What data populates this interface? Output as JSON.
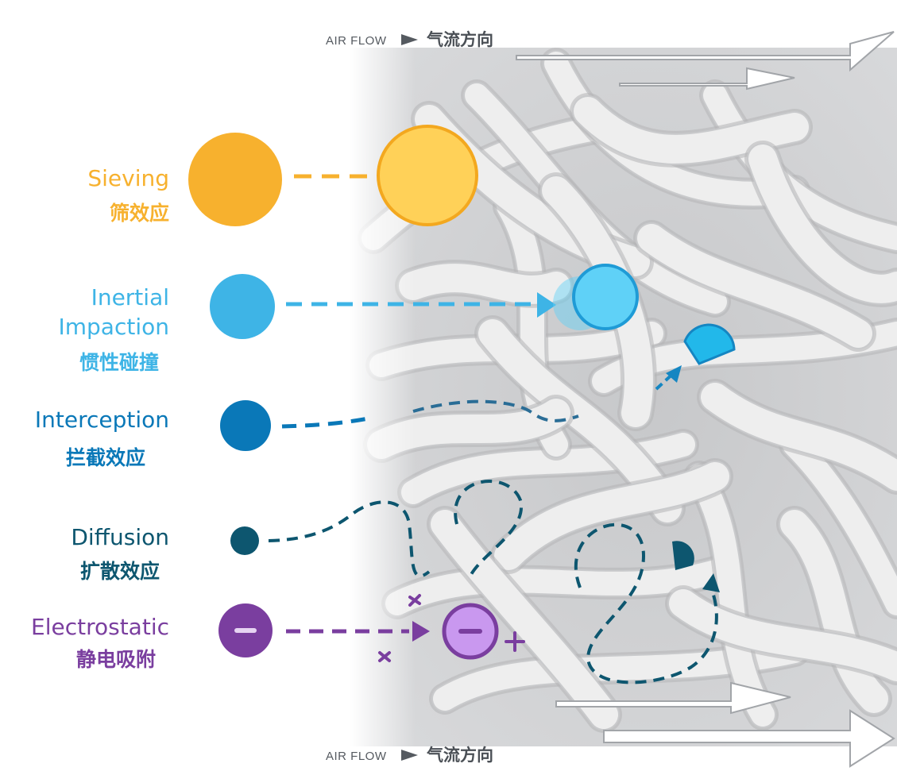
{
  "airflow": {
    "label_en": "AIR FLOW",
    "label_zh": "气流方向"
  },
  "mechanisms": [
    {
      "id": "sieving",
      "name_en": "Sieving",
      "name_en_2": "",
      "name_zh": "筛效应",
      "color": "#f7b12e",
      "accent": "#ffd158"
    },
    {
      "id": "inertial",
      "name_en": "Inertial",
      "name_en_2": "Impaction",
      "name_zh": "惯性碰撞",
      "color": "#3eb4e6",
      "accent": "#5fd1f7"
    },
    {
      "id": "interception",
      "name_en": "Interception",
      "name_en_2": "",
      "name_zh": "拦截效应",
      "color": "#0a78b8",
      "accent": "#1bb6ea"
    },
    {
      "id": "diffusion",
      "name_en": "Diffusion",
      "name_en_2": "",
      "name_zh": "扩散效应",
      "color": "#0d566f",
      "accent": "#0f6b8a"
    },
    {
      "id": "electrostatic",
      "name_en": "Electrostatic",
      "name_en_2": "",
      "name_zh": "静电吸附",
      "color": "#7a3e9f",
      "accent": "#c998ef"
    }
  ],
  "colors": {
    "fiber": "#eeeeee",
    "fiber_edge": "#c9cacc",
    "fiber_shadow": "#b4b5b7",
    "arrow_fill": "#ffffff",
    "arrow_stroke": "#9a9da1"
  }
}
